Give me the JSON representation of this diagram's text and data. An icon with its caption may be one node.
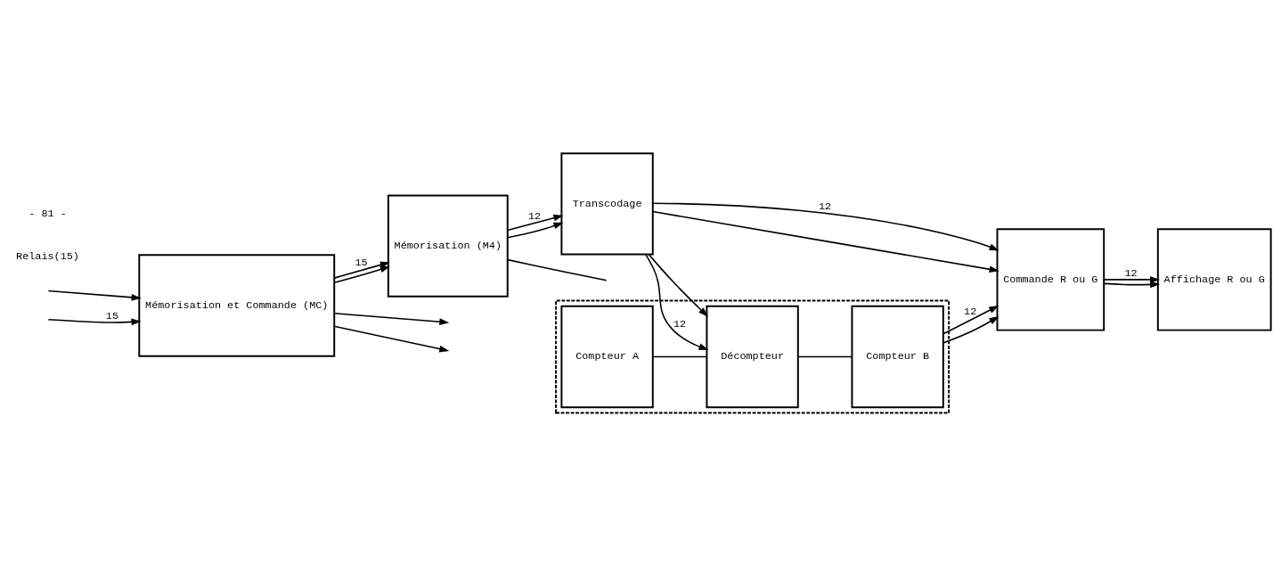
{
  "diagram": {
    "nodes": [
      {
        "text": [
          "Mémorisation et Commande (MC)"
        ]
      },
      {
        "text": [
          "Mémorisation (M4)"
        ]
      },
      {
        "text": [
          "Transcodage"
        ]
      },
      {
        "text": [
          "Commande R ou G"
        ]
      },
      {
        "text": [
          "Affichage R ou G"
        ]
      },
      {
        "text": [],
        "shape": "box"
      },
      {
        "text": [
          "Compteur A"
        ],
        "in": 5
      },
      {
        "text": [
          "Décompteur"
        ],
        "in": 5
      },
      {
        "text": [
          "Compteur B"
        ],
        "in": 5
      }
    ],
    "edges": [
      {
        "from": 0,
        "to": null,
        "arrow": "to"
      },
      {
        "from": 0,
        "to": null,
        "arrow": "to"
      },
      {
        "from": null,
        "to": 0,
        "arrow": "to"
      },
      {
        "from": null,
        "to": 0,
        "arrow": "to",
        "label": "15"
      },
      {
        "from": 0,
        "to": 1,
        "arrow": "to",
        "label": "15"
      },
      {
        "from": 0,
        "to": 1,
        "arrow": "to"
      },
      {
        "from": 1,
        "to": 2,
        "arrow": "to",
        "label": "12"
      },
      {
        "from": 1,
        "to": 2,
        "arrow": "to"
      },
      {
        "from": 1,
        "to": null,
        "arrow": "none"
      },
      {
        "from": 2,
        "to": 3,
        "arrow": "to",
        "label": "12"
      },
      {
        "from": 2,
        "to": 3,
        "arrow": "to"
      },
      {
        "from": 2,
        "to": 7,
        "arrow": "to",
        "label": "12"
      },
      {
        "from": 2,
        "to": 7,
        "arrow": "to"
      },
      {
        "from": 3,
        "to": 4,
        "arrow": "to",
        "label": "12"
      },
      {
        "from": 3,
        "to": 4,
        "arrow": "to"
      },
      {
        "from": 6,
        "to": 7,
        "arrow": "none"
      },
      {
        "from": 7,
        "to": 8,
        "arrow": "none"
      },
      {
        "from": 8,
        "to": 3,
        "arrow": "to",
        "label": "12"
      },
      {
        "from": 8,
        "to": 3,
        "arrow": "to"
      }
    ],
    "labels": [
      "Relais(15)",
      "- 81 -"
    ]
  }
}
